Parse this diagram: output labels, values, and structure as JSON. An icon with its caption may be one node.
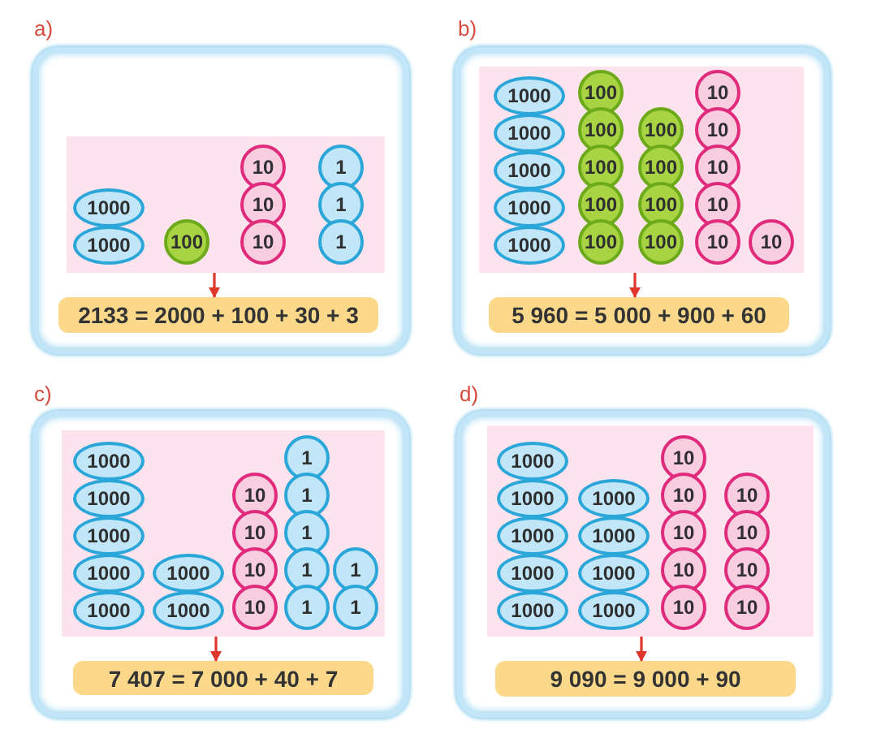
{
  "diagram": {
    "nodes": [
      {
        "text": [
          "a)"
        ]
      },
      {
        "text": [],
        "shape": "box",
        "in": 0
      },
      {
        "text": [
          "1000"
        ],
        "in": 1
      },
      {
        "text": [
          "1000"
        ],
        "in": 1
      },
      {
        "text": [
          "100"
        ],
        "in": 1
      },
      {
        "text": [
          "10"
        ],
        "in": 1
      },
      {
        "text": [
          "10"
        ],
        "in": 1
      },
      {
        "text": [
          "10"
        ],
        "in": 1
      },
      {
        "text": [
          "1"
        ],
        "in": 1
      },
      {
        "text": [
          "1"
        ],
        "in": 1
      },
      {
        "text": [
          "1"
        ],
        "in": 1
      },
      {
        "text": [
          "2133 = 2000 + 100 + 30 + 3"
        ],
        "in": 0
      },
      {
        "text": [
          "b)"
        ]
      },
      {
        "text": [],
        "shape": "box",
        "in": 12
      },
      {
        "text": [
          "1000"
        ],
        "in": 13
      },
      {
        "text": [
          "1000"
        ],
        "in": 13
      },
      {
        "text": [
          "1000"
        ],
        "in": 13
      },
      {
        "text": [
          "1000"
        ],
        "in": 13
      },
      {
        "text": [
          "1000"
        ],
        "in": 13
      },
      {
        "text": [
          "100"
        ],
        "in": 13
      },
      {
        "text": [
          "100"
        ],
        "in": 13
      },
      {
        "text": [
          "100"
        ],
        "in": 13
      },
      {
        "text": [
          "100"
        ],
        "in": 13
      },
      {
        "text": [
          "100"
        ],
        "in": 13
      },
      {
        "text": [
          "100"
        ],
        "in": 13
      },
      {
        "text": [
          "100"
        ],
        "in": 13
      },
      {
        "text": [
          "100"
        ],
        "in": 13
      },
      {
        "text": [
          "100"
        ],
        "in": 13
      },
      {
        "text": [
          "10"
        ],
        "in": 13
      },
      {
        "text": [
          "10"
        ],
        "in": 13
      },
      {
        "text": [
          "10"
        ],
        "in": 13
      },
      {
        "text": [
          "10"
        ],
        "in": 13
      },
      {
        "text": [
          "10"
        ],
        "in": 13
      },
      {
        "text": [
          "10"
        ],
        "in": 13
      },
      {
        "text": [
          "5 960 = 5 000 + 900 + 60"
        ],
        "in": 12
      },
      {
        "text": [
          "c)"
        ]
      },
      {
        "text": [],
        "shape": "box",
        "in": 35
      },
      {
        "text": [
          "1000"
        ],
        "in": 36
      },
      {
        "text": [
          "1000"
        ],
        "in": 36
      },
      {
        "text": [
          "1000"
        ],
        "in": 36
      },
      {
        "text": [
          "1000"
        ],
        "in": 36
      },
      {
        "text": [
          "1000"
        ],
        "in": 36
      },
      {
        "text": [
          "1000"
        ],
        "in": 36
      },
      {
        "text": [
          "1000"
        ],
        "in": 36
      },
      {
        "text": [
          "10"
        ],
        "in": 36
      },
      {
        "text": [
          "10"
        ],
        "in": 36
      },
      {
        "text": [
          "10"
        ],
        "in": 36
      },
      {
        "text": [
          "10"
        ],
        "in": 36
      },
      {
        "text": [
          "1"
        ],
        "in": 36
      },
      {
        "text": [
          "1"
        ],
        "in": 36
      },
      {
        "text": [
          "1"
        ],
        "in": 36
      },
      {
        "text": [
          "1"
        ],
        "in": 36
      },
      {
        "text": [
          "1"
        ],
        "in": 36
      },
      {
        "text": [
          "1"
        ],
        "in": 36
      },
      {
        "text": [
          "1"
        ],
        "in": 36
      },
      {
        "text": [
          "7 407 = 7 000 + 40 + 7"
        ],
        "in": 35
      },
      {
        "text": [
          "d)"
        ]
      },
      {
        "text": [],
        "shape": "box",
        "in": 56
      },
      {
        "text": [
          "1000"
        ],
        "in": 57
      },
      {
        "text": [
          "1000"
        ],
        "in": 57
      },
      {
        "text": [
          "1000"
        ],
        "in": 57
      },
      {
        "text": [
          "1000"
        ],
        "in": 57
      },
      {
        "text": [
          "1000"
        ],
        "in": 57
      },
      {
        "text": [
          "1000"
        ],
        "in": 57
      },
      {
        "text": [
          "1000"
        ],
        "in": 57
      },
      {
        "text": [
          "1000"
        ],
        "in": 57
      },
      {
        "text": [
          "1000"
        ],
        "in": 57
      },
      {
        "text": [
          "10"
        ],
        "in": 57
      },
      {
        "text": [
          "10"
        ],
        "in": 57
      },
      {
        "text": [
          "10"
        ],
        "in": 57
      },
      {
        "text": [
          "10"
        ],
        "in": 57
      },
      {
        "text": [
          "10"
        ],
        "in": 57
      },
      {
        "text": [
          "10"
        ],
        "in": 57
      },
      {
        "text": [
          "10"
        ],
        "in": 57
      },
      {
        "text": [
          "10"
        ],
        "in": 57
      },
      {
        "text": [
          "10"
        ],
        "in": 57
      },
      {
        "text": [
          "9 090 = 9 000 + 90"
        ],
        "in": 56
      }
    ],
    "edges": [
      {
        "from": 1,
        "to": 11,
        "arrow": "to"
      },
      {
        "from": 13,
        "to": 34,
        "arrow": "to"
      },
      {
        "from": 36,
        "to": 55,
        "arrow": "to"
      },
      {
        "from": 57,
        "to": 76,
        "arrow": "to"
      }
    ]
  }
}
